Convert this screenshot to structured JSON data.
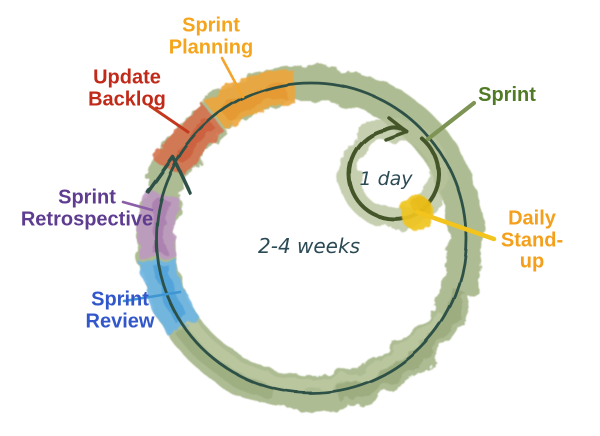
{
  "labels": {
    "sprint_planning": {
      "text": "Sprint\nPlanning",
      "color": "#F5A51D"
    },
    "update_backlog": {
      "text": "Update\nBacklog",
      "color": "#C12A19"
    },
    "sprint_retrospective": {
      "text": "Sprint\nRetrospective",
      "color": "#5E3C90"
    },
    "sprint_review": {
      "text": "Sprint\nReview",
      "color": "#3157CB"
    },
    "sprint": {
      "text": "Sprint",
      "color": "#507A26"
    },
    "daily_standup": {
      "text": "Daily\nStand-up",
      "color": "#F5A01C"
    },
    "outer_cycle_duration": {
      "text": "2-4 weeks",
      "color": "#2C4A54"
    },
    "inner_cycle_duration": {
      "text": "1 day",
      "color": "#2C4A54"
    }
  },
  "colors": {
    "ring_green": "#A6B689",
    "cycle_line": "#2D5147",
    "inner_loop_line": "#44552A",
    "segment_sprint_planning": "#EDA53C",
    "segment_update_backlog": "#D5714E",
    "segment_sprint_retrospective": "#B28CBA",
    "segment_sprint_review": "#6FB5E4",
    "daily_standup_marker": "#EFC41F"
  }
}
